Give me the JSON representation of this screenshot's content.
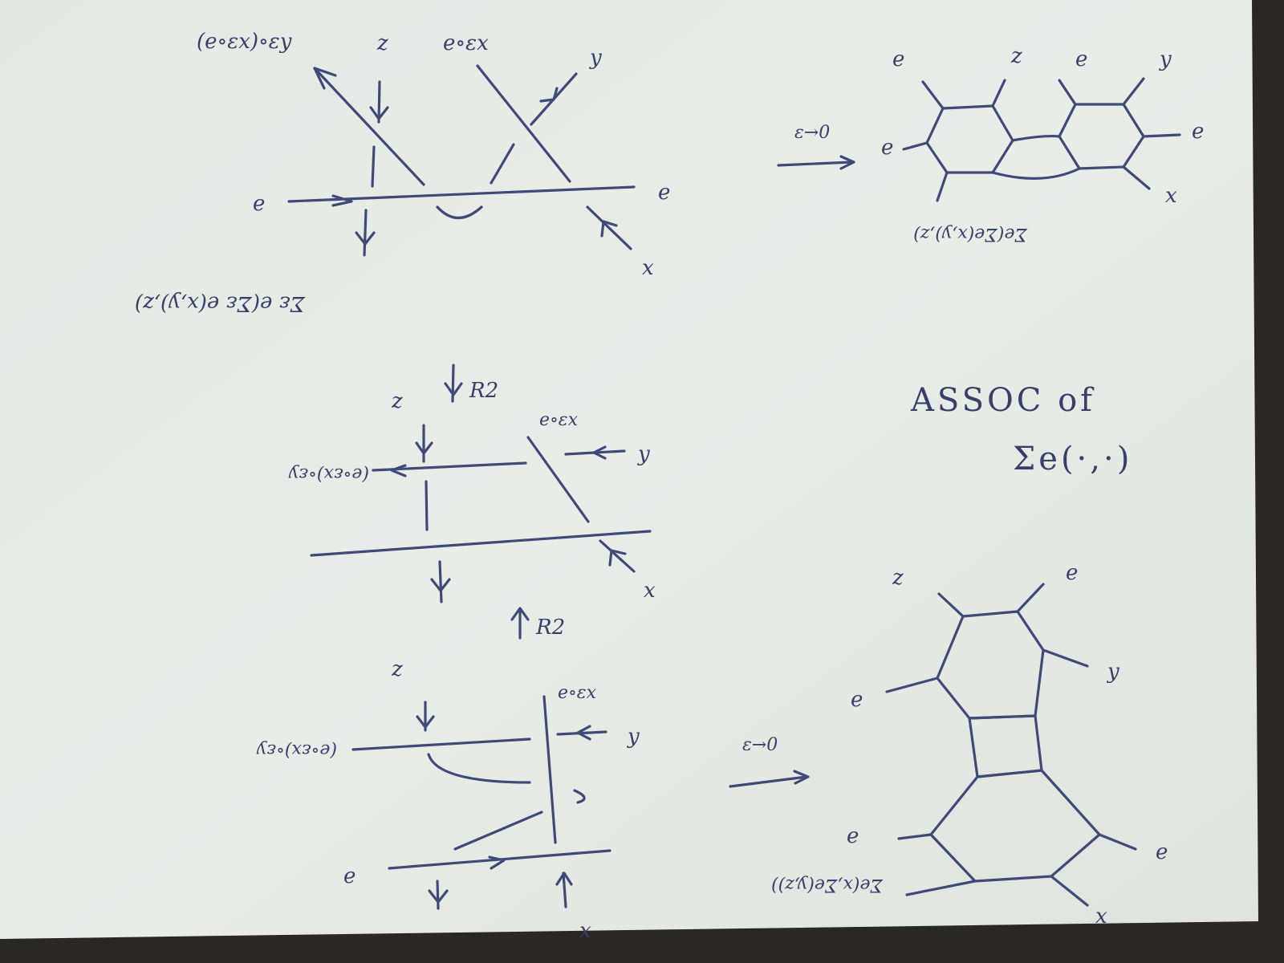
{
  "left_column": {
    "top_diagram": {
      "labels": {
        "top_left": "(e∘εx)∘εy",
        "z": "z",
        "e_o_x": "e∘εx",
        "y": "y",
        "e_left": "e",
        "e_right": "e",
        "x": "x",
        "bottom_sigma": "Σε e(Σε e(x,y),z)"
      }
    },
    "step1": {
      "label": "R2"
    },
    "middle_diagram": {
      "labels": {
        "z": "z",
        "e_o_x": "e∘εx",
        "y": "y",
        "left": "(e∘εx)∘εy",
        "x": "x"
      }
    },
    "step2": {
      "label": "R2"
    },
    "bottom_diagram": {
      "labels": {
        "z": "z",
        "e_o_x": "e∘εx",
        "y": "y",
        "left": "(e∘εx)∘εy",
        "e": "e",
        "x": "x"
      }
    }
  },
  "right_column": {
    "top_limit": {
      "arrow_label": "ε→0",
      "labels": {
        "e_top_left": "e",
        "z": "z",
        "e_top_mid": "e",
        "y": "y",
        "e_left": "e",
        "e_right": "e",
        "x": "x",
        "sigma": "Σe(Σe(x,y),z)"
      }
    },
    "title": {
      "line1": "ASSOC of",
      "line2": "Σe(·,·)"
    },
    "bottom_limit": {
      "arrow_label": "ε→0",
      "labels": {
        "z": "z",
        "e_top": "e",
        "y": "y",
        "e_left": "e",
        "e_left2": "e",
        "e_right": "e",
        "x": "x",
        "sigma": "Σe(x,Σe(y,z))"
      }
    }
  }
}
